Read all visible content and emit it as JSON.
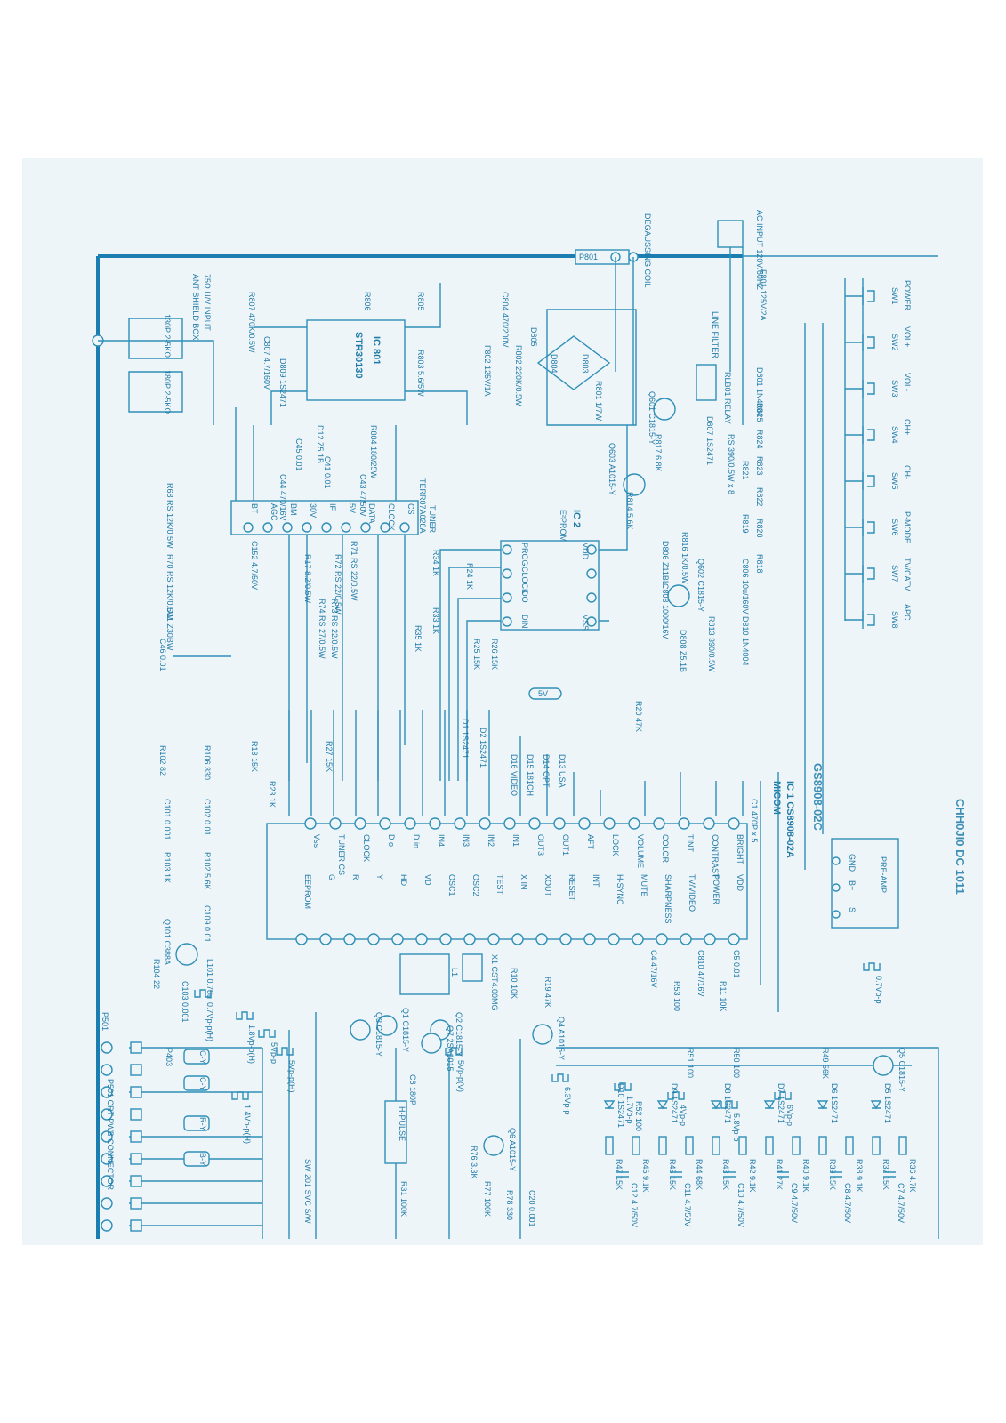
{
  "title_fragment": "CHH0JI0 DC 1011",
  "power_input": {
    "ac_input": "AC INPUT 120V/60HZ",
    "degaussing": "DEGAUSSING COIL",
    "connector": "P801",
    "fuse": "F801 125V/2A",
    "line_filter": "LINE FILTER",
    "relay": "RLB01 RELAY",
    "ic801": "IC 801",
    "ic801_part": "STR30130",
    "c804": "C804 470/200V",
    "f802": "F802 125V/1A",
    "r802": "R802 220K/0.5W",
    "d805": "D805",
    "d804": "D804",
    "d803": "D803",
    "r801": "R801 1/7W",
    "r803": "R803 5.6/5W",
    "r806": "R806",
    "r805": "R805",
    "r807": "R807 470K/0.5W",
    "c807": "C807 4.7/160V",
    "d809": "D809 1S2471",
    "r804": "R804 180/25W",
    "d601": "D601 1N4004",
    "r825": "R825",
    "r824": "R824",
    "r823": "R823",
    "r822": "R822",
    "r821": "R821",
    "r820": "R820",
    "r819": "R819",
    "r818": "R818",
    "q601": "Q601 C1815-Y",
    "q602": "Q602 C1815-Y",
    "q603": "Q603 A1015-Y",
    "d807": "D807 1S2471",
    "d806": "D806 Z11BL",
    "c806": "C806 10u/160V",
    "c808": "C808 1000/16V",
    "d810": "D810 1N4004",
    "r813": "R813 390/0.5W",
    "d808": "D808 Z5.1B",
    "rs": "RS 390/0.5W x 8"
  },
  "switches": {
    "sw1": "POWER",
    "sw1_id": "SW1",
    "sw2": "VOL+",
    "sw2_id": "SW2",
    "sw3": "VOL-",
    "sw3_id": "SW3",
    "sw4": "CH+",
    "sw4_id": "SW4",
    "sw5": "CH-",
    "sw5_id": "SW5",
    "sw6": "P-MODE",
    "sw6_id": "SW6",
    "sw7": "TV/CATV",
    "sw7_id": "SW7",
    "sw8": "APC",
    "sw8_id": "SW8"
  },
  "tuner": {
    "label": "TUNER",
    "part": "TERR07A028A",
    "ant_input": "75Ω U/V INPUT",
    "shield": "ANT SHIELD BOX",
    "c12": "130P 2-5KΩ",
    "c13": "180P 2-5KΩ",
    "pins": [
      "CS",
      "CLOCK",
      "DATA",
      "5V",
      "IF",
      "30V",
      "BM",
      "AGC",
      "BT"
    ],
    "c45": "C45 0.01",
    "d12": "D12 Z5.1B",
    "c41": "C41 0.01",
    "c43": "C43 47/50V",
    "c44": "C44 470/16V",
    "c152": "C152 4.7/50V",
    "r68": "R68 RS 12K/0.5W",
    "r70": "R70 RS 12K/0.5W",
    "d11": "D11 Z30BW",
    "c46": "C46 0.01",
    "r71": "R71 RS 22/0.5W",
    "r72": "R72 RS 22/0.5W",
    "r73": "R73 RS 22/0.5W",
    "r74": "R74 RS 27/0.5W",
    "r17": "R17 8.2/0.5W"
  },
  "eeprom": {
    "label": "IC 2",
    "part": "E²PROM",
    "pins_left": [
      "PROG",
      "CLOCK",
      "DO",
      "DIN"
    ],
    "pins_right": [
      "VDD",
      "",
      "",
      "VSS"
    ],
    "r24": "R24 1K",
    "r34": "R34 1K",
    "r33": "R33 1K",
    "r35": "R35 1K",
    "r26": "R26 15K",
    "r25": "R25 15K",
    "r20": "R20 47K",
    "r814": "R814 5.6K",
    "r816": "R816 1K/0.5W",
    "r817": "R817 6.8K",
    "voltage_5v": "5V"
  },
  "micom": {
    "label": "IC 1 CS8908-02A",
    "sub": "MICOM",
    "handwritten": "GS8908-02C",
    "preamp": "PRE-AMP",
    "preamp_pins": [
      "GND",
      "B+",
      "S"
    ],
    "top_pins": [
      "BRIGHT",
      "CONTRAST",
      "TINT",
      "COLOR",
      "VOLUME",
      "LOCK",
      "AFT",
      "OUT1",
      "OUT3",
      "IN1",
      "IN2",
      "IN3",
      "IN4",
      "D in",
      "D o",
      "CLOCK",
      "TUNER CS",
      "Vss"
    ],
    "bottom_pins": [
      "VDD",
      "POWER",
      "TV/VIDEO",
      "SHARPNESS",
      "MUTE",
      "H-SYNC",
      "INT",
      "RESET",
      "XOUT",
      "X IN",
      "TEST",
      "OSC2",
      "OSC1",
      "VD",
      "HD",
      "Y",
      "R",
      "G",
      "EEPROM"
    ],
    "c1": "C1 470P x 5",
    "r102": "R102 82",
    "r106": "R106 330",
    "c102": "C102 0.01",
    "c101": "C101 0.001",
    "r103": "R103 1K",
    "r102b": "R102 5.6K",
    "c109": "C109 0.01",
    "q101": "Q101 C388A",
    "r104": "R104 22",
    "l101": "L101 0.78u",
    "c103": "C103 0.001",
    "r18": "R18 15K",
    "r23": "R23 1K",
    "r27": "R27 15K",
    "x1": "X1 CST4.00MG",
    "l1": "L1",
    "r10": "R10 10K",
    "r19": "R19 47K",
    "c4": "C4 47/16V",
    "c810": "C810 47/16V",
    "c5": "C5 0.01",
    "r11": "R11 10K",
    "r53": "R53 100",
    "diodes": [
      "D16 VIDEO",
      "D15 181CH",
      "D14 OPT",
      "D13 USA"
    ],
    "d1": "D1 1S2471",
    "d2": "D2 1S2471"
  },
  "osd": {
    "signals": [
      "C-Y",
      "C-Y",
      "R-Y",
      "B-Y"
    ],
    "connector": "P501 CRT PWB CONNECTOR",
    "p501": "P501",
    "p403": "P403",
    "h_pulse": "H-PULSE",
    "sw201": "SW 201 SVC S/W",
    "pulse_labels": [
      "0.7Vp-p(H)",
      "1.8Vp-p(H)",
      "5Vp-p",
      "5Vp-p(H)",
      "1.4Vp-p(H)",
      "5Vp-p(V)",
      "6.3Vp-p",
      "1.7Vp-p",
      "4Vp-p",
      "5.8Vp-p",
      "6Vp-p",
      "0.7Vp-p"
    ],
    "transistors": [
      "Q1 C1815-Y",
      "Q2 C1815-Y",
      "Q3 C1815-Y",
      "Q4 A1015-Y",
      "Q5 C1815-Y",
      "Q6 A1015-Y",
      "Q7 2SA1015"
    ],
    "resistors_bottom": [
      "R36 4.7K",
      "R37 15K",
      "R38 9.1K",
      "R39 15K",
      "R40 9.1K",
      "R41 27K",
      "R42 9.1K",
      "R43 15K",
      "R44 68K",
      "R45 15K",
      "R46 9.1K",
      "R47 15K"
    ],
    "caps_bottom": [
      "C7 4.7/50V",
      "C8 4.7/50V",
      "C9 4.7/50V",
      "C10 4.7/50V",
      "C11 4.7/50V",
      "C12 4.7/50V"
    ],
    "diodes_bottom": [
      "D5 1S2471",
      "D6 1S2471",
      "D7 1S2471",
      "D8 1S2471",
      "D9 1S2471",
      "D10 1S2471"
    ],
    "r49": "R49 56K",
    "r50": "R50 100",
    "r51": "R51 100",
    "r52": "R52 100",
    "r31": "R31 100K",
    "c6": "C6 180P",
    "c20": "C20 0.001",
    "r76": "R76 3.3K",
    "r77": "R77 100K",
    "r78": "R78 330"
  }
}
